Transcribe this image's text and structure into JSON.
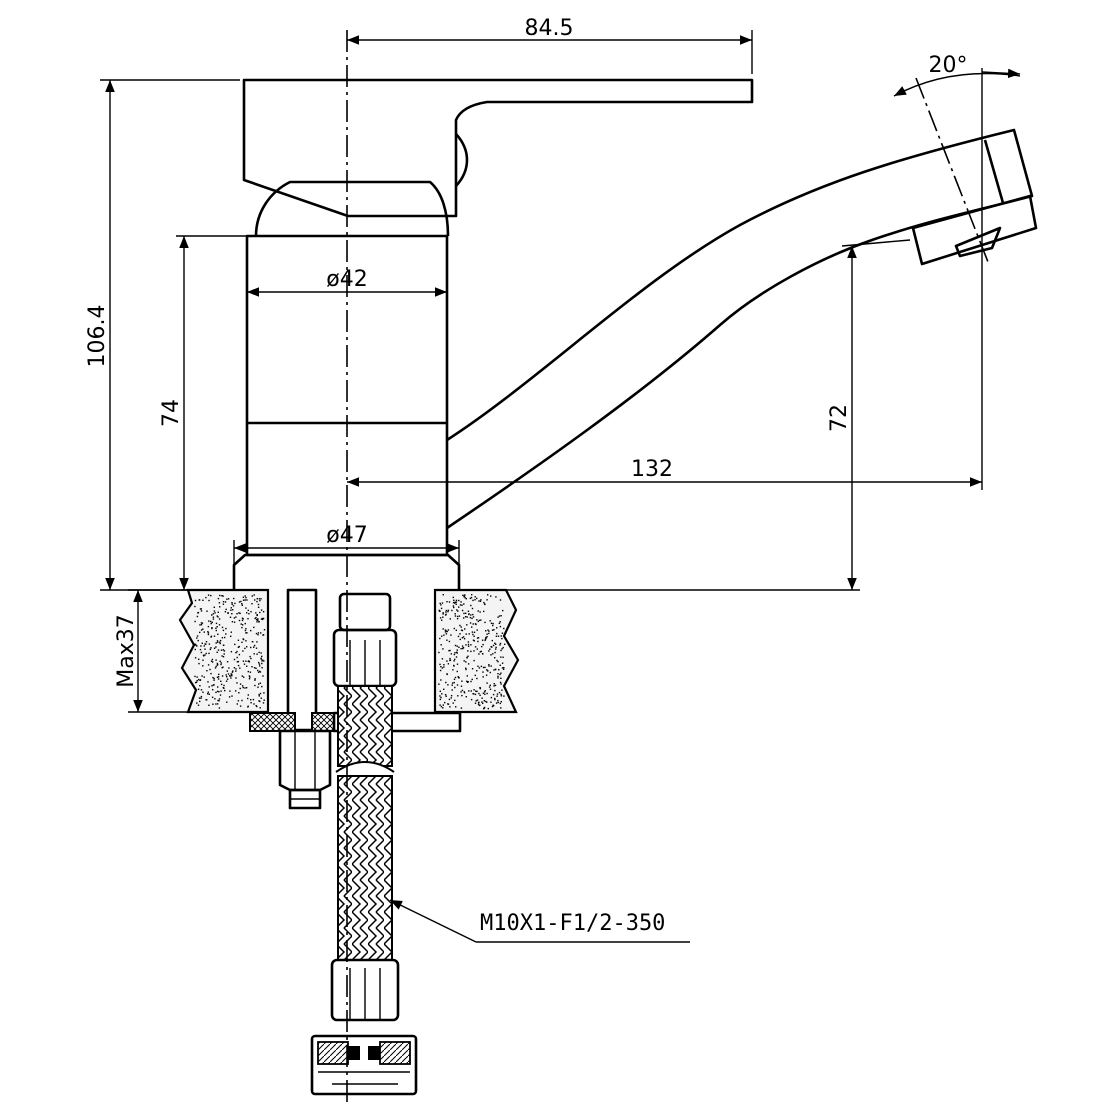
{
  "dimensions": {
    "handle_reach": "84.5",
    "swivel_angle": "20°",
    "total_height": "106.4",
    "body_height": "74",
    "body_diameter": "ø42",
    "base_diameter": "ø47",
    "spout_reach": "132",
    "spout_height": "72",
    "max_counter_thickness": "Max37"
  },
  "callouts": {
    "hose_spec": "M10X1-F1/2-350"
  },
  "colors": {
    "line": "#000000",
    "background": "#ffffff",
    "countertop_fill": "#f4f4f4"
  }
}
